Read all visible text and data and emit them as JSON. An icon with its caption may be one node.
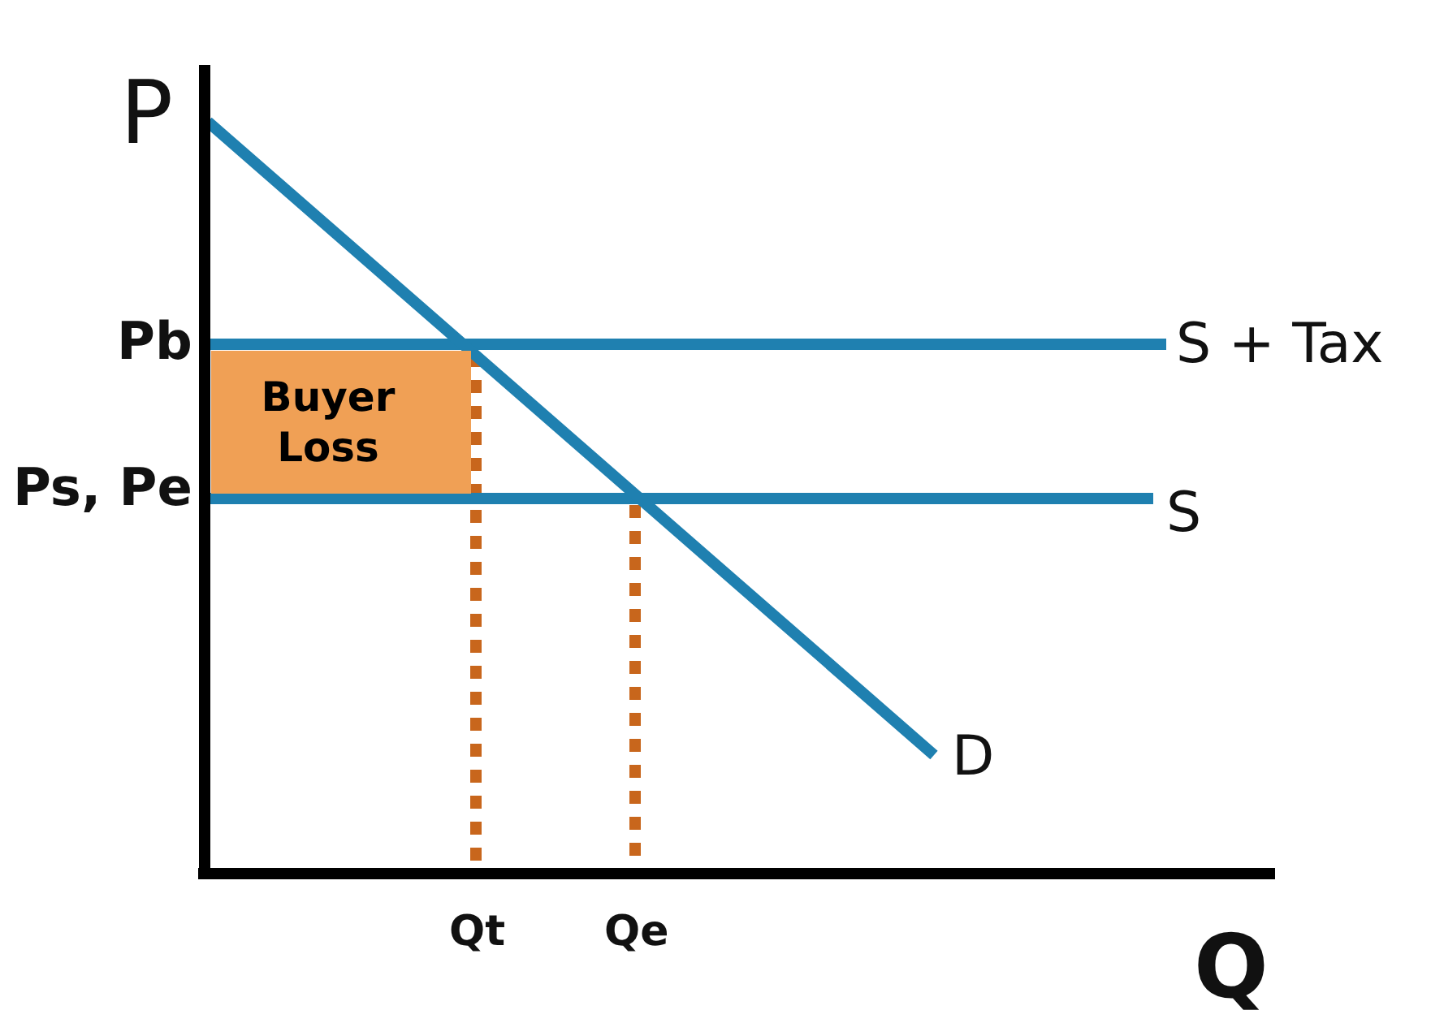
{
  "diagram": {
    "nodes": [
      {
        "text": [
          "Buyer Loss"
        ]
      }
    ],
    "labels": [
      "P",
      "Pb",
      "Ps, Pe",
      "S + Tax",
      "S",
      "D",
      "Qt",
      "Qe",
      "Q"
    ]
  }
}
